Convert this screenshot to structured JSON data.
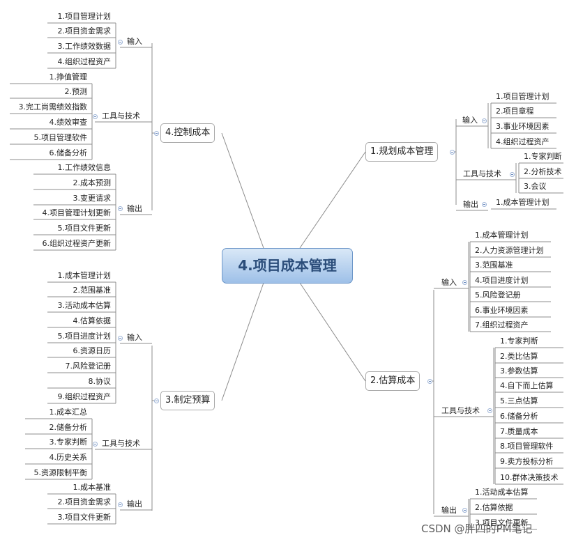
{
  "center": "4.项目成本管理",
  "watermark": "CSDN @胖四的PM笔记",
  "plan": {
    "title": "1.规划成本管理",
    "input_label": "输入",
    "inputs": [
      "1.项目管理计划",
      "2.项目章程",
      "3.事业环境因素",
      "4.组织过程资产"
    ],
    "tools_label": "工具与技术",
    "tools": [
      "1.专家判断",
      "2.分析技术",
      "3.会议"
    ],
    "output_label": "输出",
    "outputs": [
      "1.成本管理计划"
    ]
  },
  "estimate": {
    "title": "2.估算成本",
    "input_label": "输入",
    "inputs": [
      "1.成本管理计划",
      "2.人力资源管理计划",
      "3.范围基准",
      "4.项目进度计划",
      "5.风险登记册",
      "6.事业环境因素",
      "7.组织过程资产"
    ],
    "tools_label": "工具与技术",
    "tools": [
      "1.专家判断",
      "2.类比估算",
      "3.参数估算",
      "4.自下而上估算",
      "5.三点估算",
      "6.储备分析",
      "7.质量成本",
      "8.项目管理软件",
      "9.卖方投标分析",
      "10.群体决策技术"
    ],
    "output_label": "输出",
    "outputs": [
      "1.活动成本估算",
      "2.估算依据",
      "3.项目文件更新"
    ]
  },
  "budget": {
    "title": "3.制定预算",
    "input_label": "输入",
    "inputs": [
      "1.成本管理计划",
      "2.范围基准",
      "3.活动成本估算",
      "4.估算依据",
      "5.项目进度计划",
      "6.资源日历",
      "7.风险登记册",
      "8.协议",
      "9.组织过程资产"
    ],
    "tools_label": "工具与技术",
    "tools": [
      "1.成本汇总",
      "2.储备分析",
      "3.专家判断",
      "4.历史关系",
      "5.资源限制平衡"
    ],
    "output_label": "输出",
    "outputs": [
      "1.成本基准",
      "2.项目资金需求",
      "3.项目文件更新"
    ]
  },
  "control": {
    "title": "4.控制成本",
    "input_label": "输入",
    "inputs": [
      "1.项目管理计划",
      "2.项目资金需求",
      "3.工作绩效数据",
      "4.组织过程资产"
    ],
    "tools_label": "工具与技术",
    "tools": [
      "1.挣值管理",
      "2.预测",
      "3.完工尚需绩效指数",
      "4.绩效审查",
      "5.项目管理软件",
      "6.储备分析"
    ],
    "output_label": "输出",
    "outputs": [
      "1.工作绩效信息",
      "2.成本预测",
      "3.变更请求",
      "4.项目管理计划更新",
      "5.项目文件更新",
      "6.组织过程资产更新"
    ]
  }
}
